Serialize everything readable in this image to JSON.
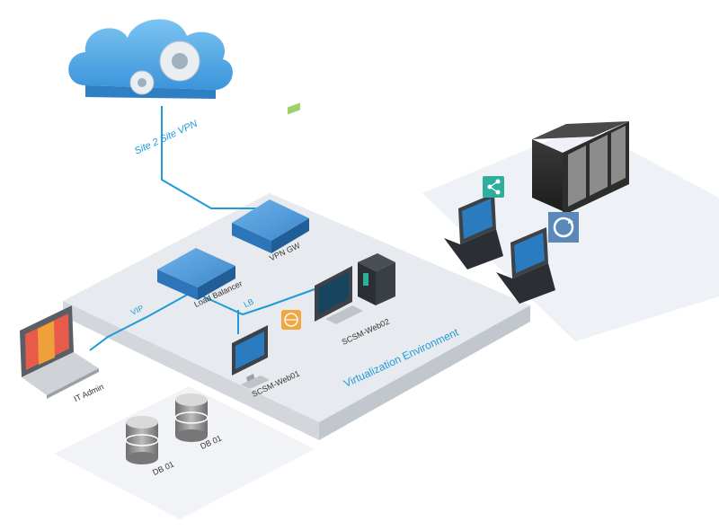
{
  "diagram": {
    "labels": {
      "site2site": "Site 2 Site VPN",
      "vpn_gw": "VPN GW",
      "load_balancer": "Load Balancer",
      "vip": "VIP",
      "lb": "LB",
      "it_admin": "IT Admin",
      "web01": "SCSM-Web01",
      "web02": "SCSM-Web02",
      "virtualization": "Virtualization Environment",
      "db_a": "DB 01",
      "db_b": "DB 01"
    },
    "colors": {
      "line": "#1f9bd7",
      "cloud": "#4aa9e6",
      "device": "#3a8fd0",
      "platform": "#e9ecef",
      "accent_green": "#2fae9d",
      "accent_orange": "#f2a640"
    },
    "icons": [
      "cloud-gears-icon",
      "server-rack-icon",
      "share-icon",
      "sync-icon",
      "globe-icon"
    ]
  }
}
